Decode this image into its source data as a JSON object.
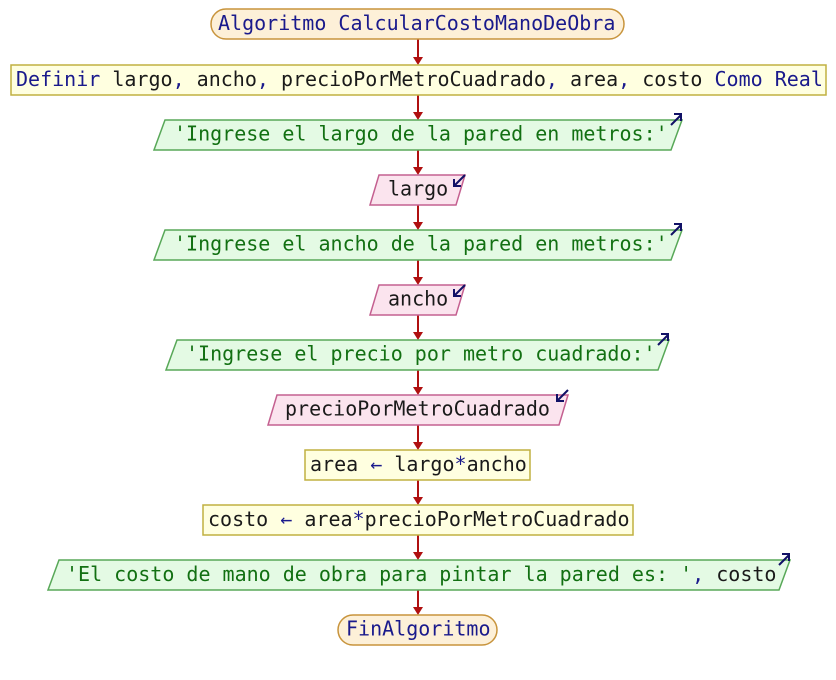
{
  "diagram": {
    "start": {
      "kw": "Algoritmo",
      "name": "CalcularCostoManoDeObra"
    },
    "define": {
      "kw1": "Definir",
      "vars": [
        {
          "name": "largo",
          "sep": ","
        },
        {
          "name": "ancho",
          "sep": ","
        },
        {
          "name": "precioPorMetroCuadrado",
          "sep": ","
        },
        {
          "name": "area",
          "sep": ","
        },
        {
          "name": "costo",
          "sep": ""
        }
      ],
      "kw2": "Como",
      "type": "Real"
    },
    "steps": [
      {
        "kind": "output",
        "string": "'Ingrese el largo de la pared en metros:'"
      },
      {
        "kind": "input",
        "var": "largo"
      },
      {
        "kind": "output",
        "string": "'Ingrese el ancho de la pared en metros:'"
      },
      {
        "kind": "input",
        "var": "ancho"
      },
      {
        "kind": "output",
        "string": "'Ingrese el precio por metro cuadrado:'"
      },
      {
        "kind": "input",
        "var": "precioPorMetroCuadrado"
      },
      {
        "kind": "assign",
        "lhs": "area",
        "op": "←",
        "rhs_a": "largo",
        "mul": "*",
        "rhs_b": "ancho"
      },
      {
        "kind": "assign",
        "lhs": "costo",
        "op": "←",
        "rhs_a": "area",
        "mul": "*",
        "rhs_b": "precioPorMetroCuadrado"
      },
      {
        "kind": "output",
        "string": "'El costo de mano de obra para pintar la pared es: '",
        "sep": ",",
        "var": "costo"
      }
    ],
    "end": {
      "kw": "FinAlgoritmo"
    },
    "colors": {
      "terminal_fill": "#fdf0d8",
      "terminal_stroke": "#c8943c",
      "process_fill": "#ffffe0",
      "process_stroke": "#c0b040",
      "output_fill": "#e4fae4",
      "output_stroke": "#58a858",
      "input_fill": "#fbe4ee",
      "input_stroke": "#c46090",
      "arrow": "#b01010",
      "io_arrow": "#111166",
      "keyword": "#1a1a8c",
      "text": "#1a1a1a",
      "string": "#127012"
    }
  }
}
